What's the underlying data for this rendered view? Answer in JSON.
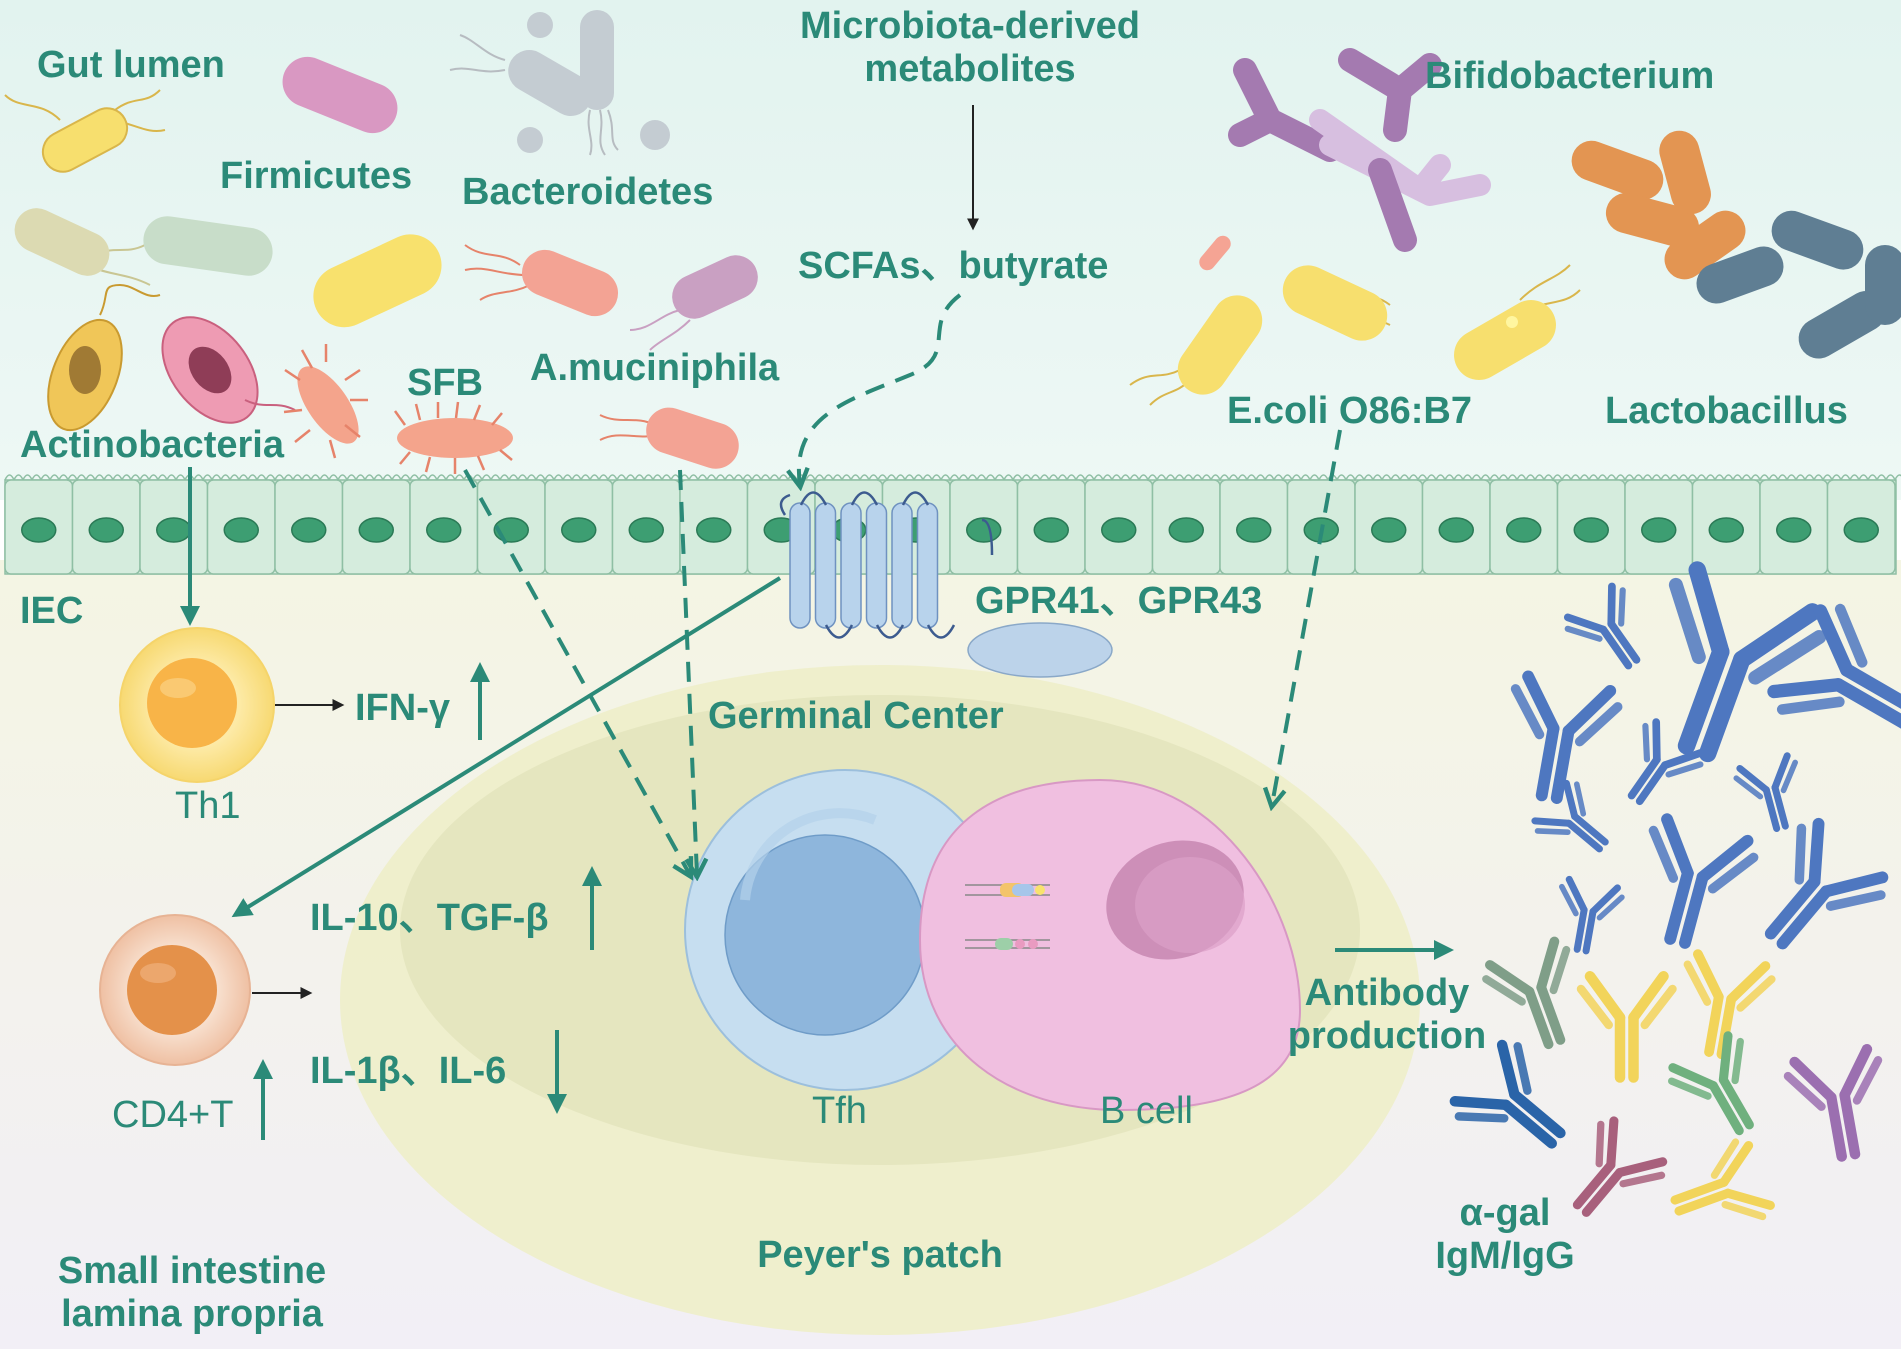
{
  "regions": {
    "gut_lumen": "Gut lumen",
    "iec": "IEC",
    "lamina_propria": "Small intestine\nlamina propria",
    "peyers_patch": "Peyer's patch",
    "germinal_center": "Germinal Center"
  },
  "bacteria": {
    "firmicutes": "Firmicutes",
    "bacteroidetes": "Bacteroidetes",
    "actinobacteria": "Actinobacteria",
    "sfb": "SFB",
    "a_muciniphila": "A.muciniphila",
    "bifidobacterium": "Bifidobacterium",
    "lactobacillus": "Lactobacillus",
    "ecoli": "E.coli O86:B7"
  },
  "metabolites": {
    "title": "Microbiota-derived\nmetabolites",
    "scfas": "SCFAs、butyrate",
    "receptors": "GPR41、GPR43"
  },
  "cells": {
    "th1": "Th1",
    "cd4t": "CD4+T",
    "tfh": "Tfh",
    "b_cell": "B cell"
  },
  "cytokines": {
    "ifn_gamma": "IFN-γ",
    "il10_tgfb": "IL-10、TGF-β",
    "il1b_il6": "IL-1β、IL-6"
  },
  "output": {
    "antibody_production": "Antibody\nproduction",
    "alpha_gal": "α-gal\nIgM/IgG"
  },
  "colors": {
    "label_teal": "#2b8a78",
    "arrow_teal": "#2b8a78",
    "lumen_bg": "#e6f4f1",
    "lamina_bg": "#f3f3e4",
    "epithelium": "#d4ebdc",
    "nucleus": "#3d9e72",
    "gpcr": "#b8d3ec"
  }
}
